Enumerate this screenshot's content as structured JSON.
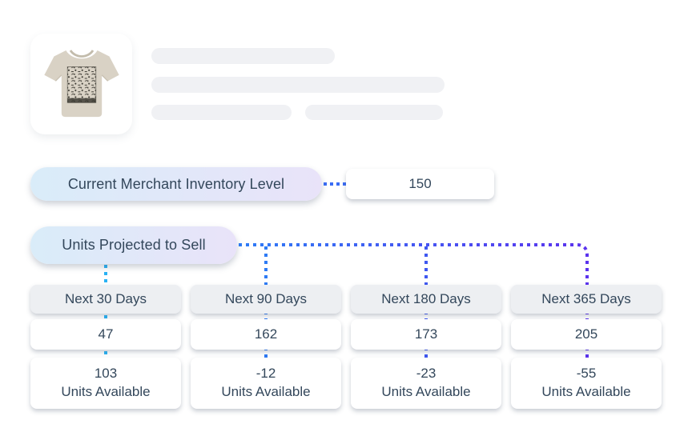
{
  "product_card": {
    "image_alt": "Beige t-shirt with dark sketch-style graphic print"
  },
  "inventory_row": {
    "label": "Current Merchant Inventory Level",
    "value": "150"
  },
  "projection_row": {
    "label": "Units Projected to Sell"
  },
  "columns": [
    {
      "period": "Next 30 Days",
      "projected_units": "47",
      "available_value": "103",
      "available_label": "Units Available",
      "accent_color": "#29b2f5"
    },
    {
      "period": "Next 90 Days",
      "projected_units": "162",
      "available_value": "-12",
      "available_label": "Units Available",
      "accent_color": "#2e7bf5"
    },
    {
      "period": "Next 180 Days",
      "projected_units": "173",
      "available_value": "-23",
      "available_label": "Units Available",
      "accent_color": "#3f58f1"
    },
    {
      "period": "Next 365 Days",
      "projected_units": "205",
      "available_value": "-55",
      "available_label": "Units Available",
      "accent_color": "#5d35ef"
    }
  ],
  "colors": {
    "text": "#33475b",
    "pill-grad-start": "#d9ecf9",
    "pill-grad-end": "#e9e3f9",
    "connector-blue": "#3a6cf5",
    "line-start": "#2e7cf6",
    "line-end": "#5b33ee",
    "col1": "#29b2f5",
    "col2": "#2e7bf5",
    "col3": "#3f58f1",
    "col4": "#5d35ef",
    "box-bg": "#ffffff",
    "header-bg": "#edeff2",
    "skeleton": "#f0f1f4",
    "shirt": "#d9d2c5",
    "shirt-print": "#35332c"
  }
}
